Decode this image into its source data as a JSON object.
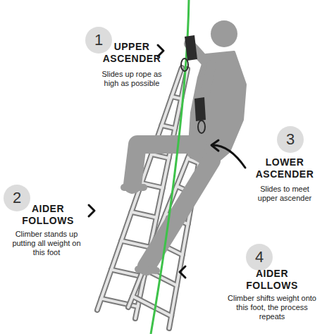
{
  "diagram": {
    "nodes": [
      {
        "text": [
          "1"
        ]
      },
      {
        "text": [
          "2"
        ]
      },
      {
        "text": [
          "3"
        ]
      },
      {
        "text": [
          "4"
        ]
      }
    ],
    "labels": [
      "UPPER ASCENDER",
      "Slides up rope as high as possible",
      "AIDER FOLLOWS",
      "Climber stands up putting all weight on this foot",
      "LOWER ASCENDER",
      "Slides to meet upper ascender",
      "AIDER FOLLOWS",
      "Climber shifts weight onto this foot, the process repeats"
    ]
  }
}
